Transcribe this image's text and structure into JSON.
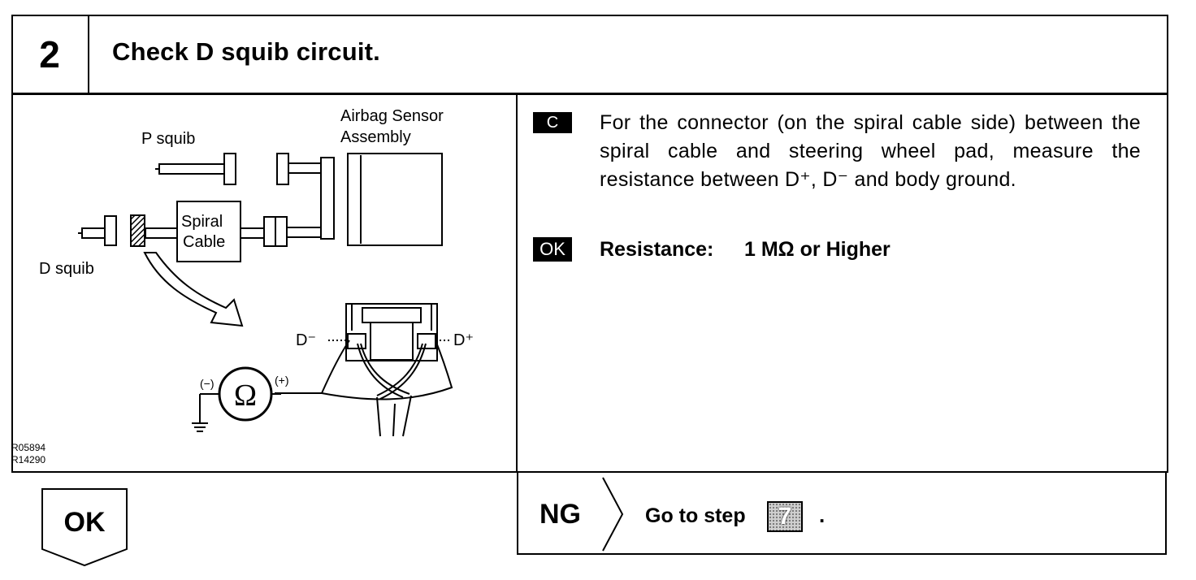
{
  "step": {
    "number": "2",
    "title": "Check D squib circuit."
  },
  "diagram": {
    "labels": {
      "airbag_sensor": "Airbag Sensor",
      "assembly": "Assembly",
      "p_squib": "P squib",
      "d_squib": "D squib",
      "spiral": "Spiral",
      "cable": "Cable",
      "d_minus": "D⁻",
      "d_plus": "D⁺",
      "meter_minus": "(−)",
      "meter_plus": "(+)",
      "ohm": "Ω"
    },
    "figure_codes": [
      "R05894",
      "R14290"
    ]
  },
  "instruction": {
    "badge": "C",
    "text": "For the connector (on the spiral cable side) between the spiral cable and steering wheel pad, measure the resistance between D⁺, D⁻ and body ground."
  },
  "ok_spec": {
    "badge": "OK",
    "label": "Resistance:",
    "value": "1 MΩ or Higher"
  },
  "result_ok": {
    "label": "OK"
  },
  "result_ng": {
    "label": "NG",
    "goto_text": "Go to step",
    "goto_step": "7",
    "period": "."
  },
  "colors": {
    "ink": "#000000",
    "paper": "#ffffff",
    "step_box_fill": "#cfcfcf"
  }
}
